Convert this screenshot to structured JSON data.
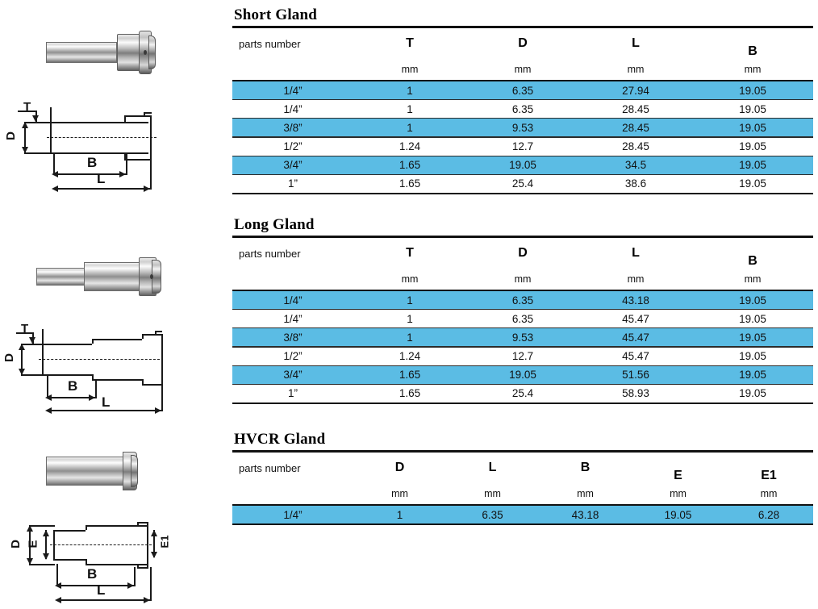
{
  "sections": [
    {
      "title": "Short Gland",
      "parts_label": "parts number",
      "columns": [
        "T",
        "D",
        "L",
        "B"
      ],
      "units": [
        "mm",
        "mm",
        "mm",
        "mm"
      ],
      "rows": [
        {
          "part": "1/4”",
          "values": [
            "1",
            "6.35",
            "27.94",
            "19.05"
          ],
          "highlight": true
        },
        {
          "part": "1/4”",
          "values": [
            "1",
            "6.35",
            "28.45",
            "19.05"
          ],
          "highlight": false
        },
        {
          "part": "3/8”",
          "values": [
            "1",
            "9.53",
            "28.45",
            "19.05"
          ],
          "highlight": true
        },
        {
          "part": "1/2”",
          "values": [
            "1.24",
            "12.7",
            "28.45",
            "19.05"
          ],
          "highlight": false
        },
        {
          "part": "3/4”",
          "values": [
            "1.65",
            "19.05",
            "34.5",
            "19.05"
          ],
          "highlight": true
        },
        {
          "part": "1”",
          "values": [
            "1.65",
            "25.4",
            "38.6",
            "19.05"
          ],
          "highlight": false
        }
      ],
      "drawing_labels": [
        "T",
        "D",
        "B",
        "L"
      ]
    },
    {
      "title": "Long Gland",
      "parts_label": "parts number",
      "columns": [
        "T",
        "D",
        "L",
        "B"
      ],
      "units": [
        "mm",
        "mm",
        "mm",
        "mm"
      ],
      "rows": [
        {
          "part": "1/4”",
          "values": [
            "1",
            "6.35",
            "43.18",
            "19.05"
          ],
          "highlight": true
        },
        {
          "part": "1/4”",
          "values": [
            "1",
            "6.35",
            "45.47",
            "19.05"
          ],
          "highlight": false
        },
        {
          "part": "3/8”",
          "values": [
            "1",
            "9.53",
            "45.47",
            "19.05"
          ],
          "highlight": true
        },
        {
          "part": "1/2”",
          "values": [
            "1.24",
            "12.7",
            "45.47",
            "19.05"
          ],
          "highlight": false
        },
        {
          "part": "3/4”",
          "values": [
            "1.65",
            "19.05",
            "51.56",
            "19.05"
          ],
          "highlight": true
        },
        {
          "part": "1”",
          "values": [
            "1.65",
            "25.4",
            "58.93",
            "19.05"
          ],
          "highlight": false
        }
      ],
      "drawing_labels": [
        "T",
        "D",
        "B",
        "L"
      ]
    },
    {
      "title": "HVCR Gland",
      "parts_label": "parts number",
      "columns": [
        "D",
        "L",
        "B",
        "E",
        "E1"
      ],
      "units": [
        "mm",
        "mm",
        "mm",
        "mm",
        "mm"
      ],
      "rows": [
        {
          "part": "1/4”",
          "values": [
            "1",
            "6.35",
            "43.18",
            "19.05",
            "6.28"
          ],
          "highlight": true
        }
      ],
      "drawing_labels": [
        "D",
        "E",
        "E1",
        "B",
        "L"
      ]
    }
  ],
  "colors": {
    "highlight_blue": "#5bbce4",
    "rule_dark": "#111111",
    "text": "#111111"
  }
}
